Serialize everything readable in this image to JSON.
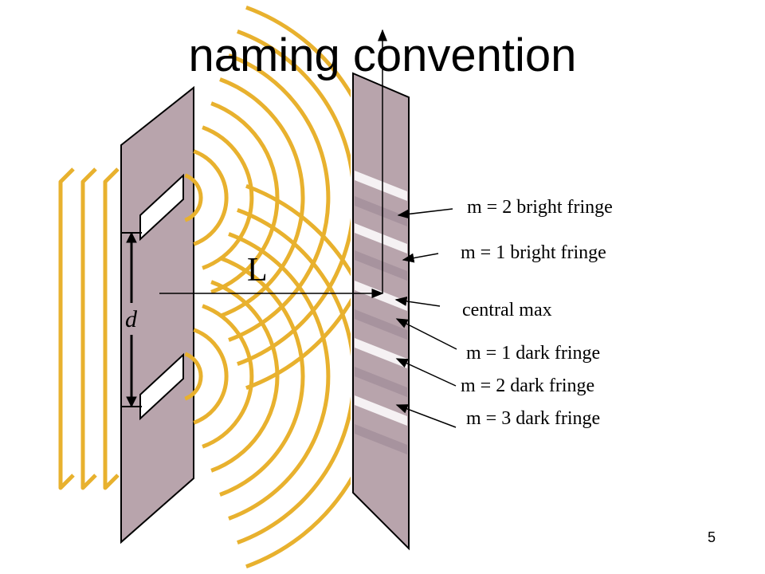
{
  "slide": {
    "title": "naming convention",
    "page_number": "5"
  },
  "diagram": {
    "distance_label": "L",
    "slit_separation_label": "d",
    "fringe_labels": [
      "m = 2 bright fringe",
      "m = 1 bright fringe",
      "central max",
      "m = 1 dark fringe",
      "m = 2 dark fringe",
      "m = 3 dark fringe"
    ]
  },
  "colors": {
    "wave": "#e8b12e",
    "barrier": "#b8a4ac",
    "barrier_edge": "#000000",
    "fringe_bright": "#ffffff",
    "fringe_dark": "#9f8c98"
  }
}
